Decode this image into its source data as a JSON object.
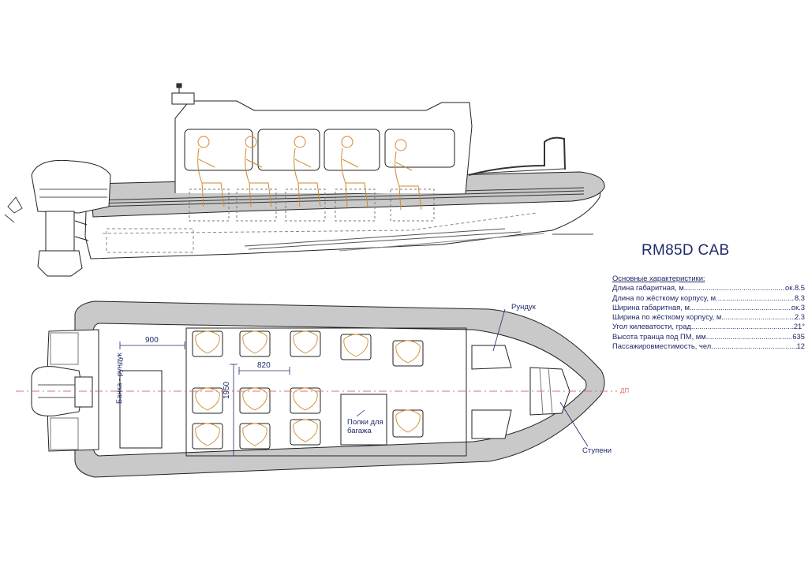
{
  "title": "RM85D CAB",
  "specs": {
    "header": "Основные характеристики:",
    "rows": [
      {
        "label": "Длина габаритная, м",
        "value": "ок.8.5"
      },
      {
        "label": "Длина по жёсткому корпусу, м",
        "value": "8.3"
      },
      {
        "label": "Ширина габаритная, м",
        "value": "ок.3"
      },
      {
        "label": "Ширина по жёсткому корпусу, м",
        "value": "2.3"
      },
      {
        "label": "Угол килеватости, град",
        "value": "21°"
      },
      {
        "label": "Высота транца под ПМ, мм",
        "value": "635"
      },
      {
        "label": "Пассажировместимость, чел",
        "value": "12"
      }
    ]
  },
  "labels": {
    "rundук": "Рундук",
    "stupeni": "Ступени",
    "polki": "Полки для багажа",
    "banka": "Банка - рундук",
    "dp": "ДП"
  },
  "dimensions": {
    "d900": "900",
    "d820": "820",
    "d1950": "1950"
  },
  "colors": {
    "ink": "#1f2a6b",
    "tube": "#c9c9c9",
    "seat_frame": "#d08a2a",
    "centerline": "#e07070"
  }
}
